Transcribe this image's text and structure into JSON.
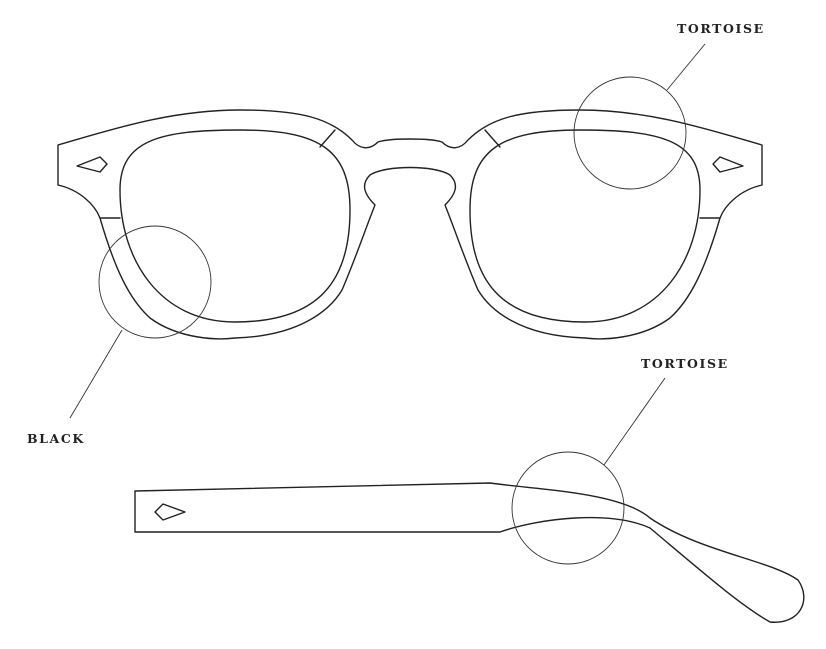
{
  "labels": {
    "front_top_right": "TORTOISE",
    "front_left": "BLACK",
    "temple": "TORTOISE"
  },
  "colors": {
    "line": "#222222",
    "background": "#ffffff"
  }
}
